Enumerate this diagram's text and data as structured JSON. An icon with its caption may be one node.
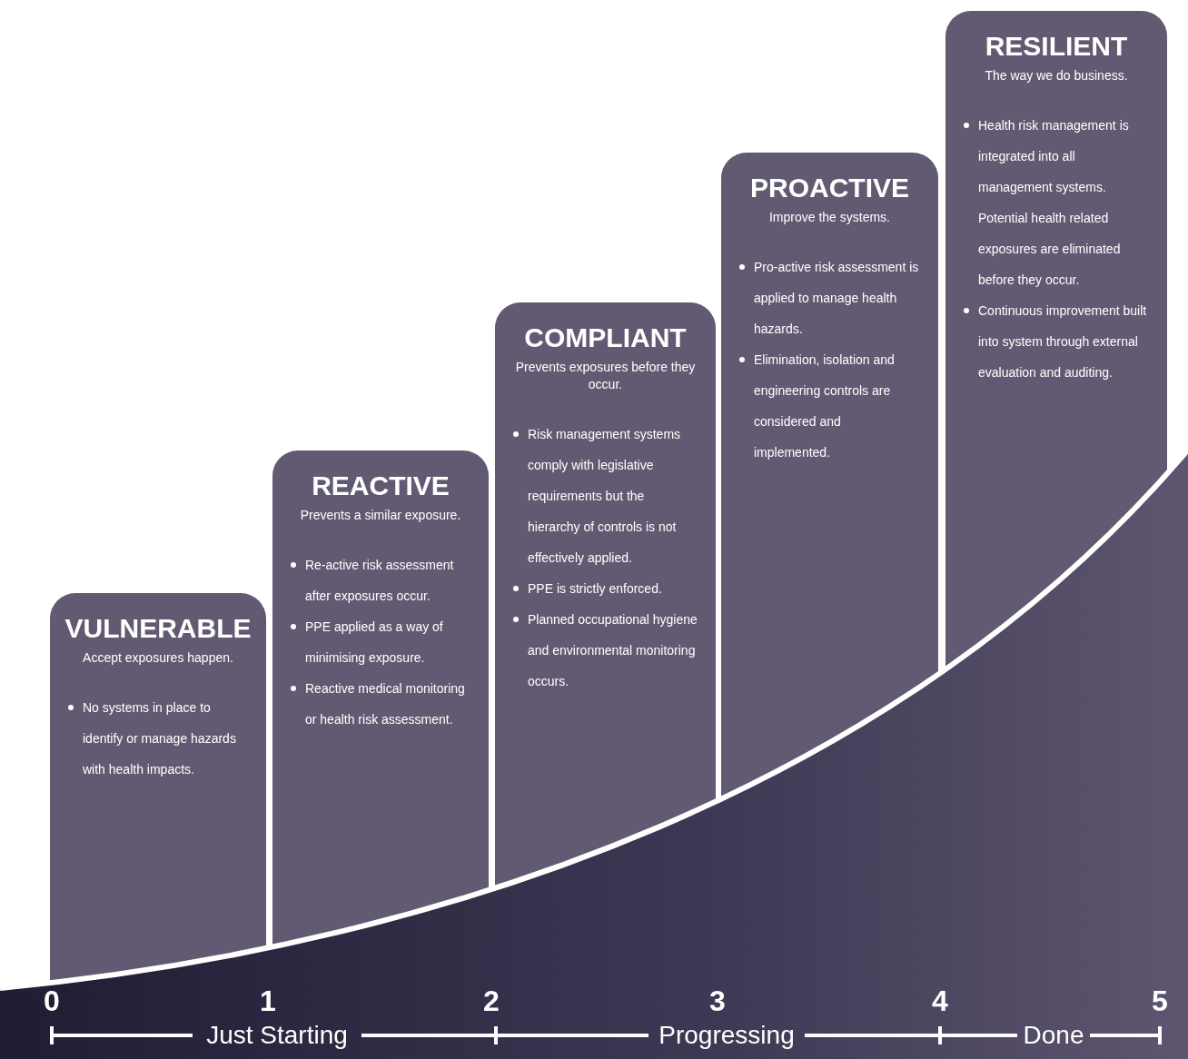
{
  "diagram": {
    "nodes": [
      {
        "text": [
          "VULNERABLE",
          "Accept exposures happen.",
          "No systems in place to identify or manage hazards with health impacts."
        ]
      },
      {
        "text": [
          "REACTIVE",
          "Prevents a similar exposure.",
          "Re-active risk assessment after exposures occur.",
          "PPE applied as a way of minimising exposure.",
          "Reactive medical monitoring or health risk assessment."
        ]
      },
      {
        "text": [
          "COMPLIANT",
          "Prevents exposures before they occur.",
          "Risk management systems comply with legislative requirements but the hierarchy of controls is not effectively applied.",
          "PPE is strictly enforced.",
          "Planned occupational hygiene and environmental monitoring occurs."
        ]
      },
      {
        "text": [
          "PROACTIVE",
          "Improve the systems.",
          "Pro-active risk assessment is applied to manage health hazards.",
          "Elimination, isolation and engineering controls are considered and implemented."
        ]
      },
      {
        "text": [
          "RESILIENT",
          "The way we do business.",
          "Health risk management is integrated into all management systems. Potential health related exposures are eliminated before they occur.",
          "Continuous improvement built into system through external evaluation and auditing."
        ]
      }
    ],
    "labels": [
      "0",
      "1",
      "2",
      "3",
      "4",
      "5",
      "Just Starting",
      "Progressing",
      "Done"
    ]
  }
}
